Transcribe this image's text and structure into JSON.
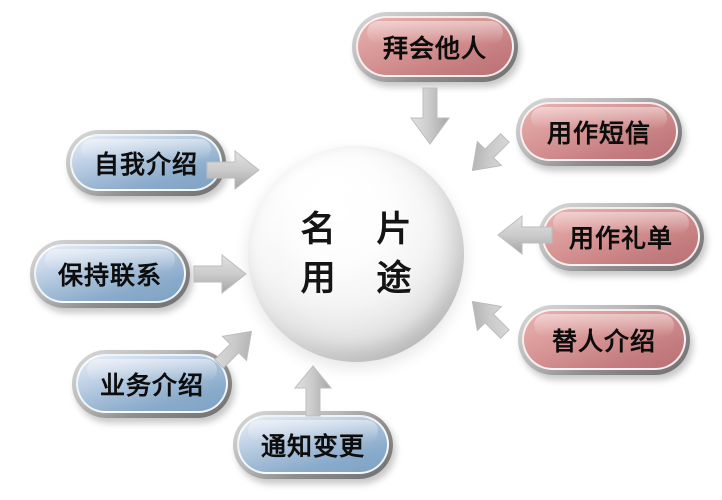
{
  "diagram": {
    "title": "名片用途",
    "center": {
      "name": "center-sphere",
      "line1": "名 片",
      "line2": "用 途",
      "shape": "sphere",
      "color": "#f2f2f2"
    },
    "colors": {
      "rose_pill": "#d28e8e",
      "blue_pill": "#a9c1da",
      "pill_frame": "#8f8f8f",
      "arrow": "#b8b8b8",
      "text": "#0d0d0d",
      "background": "#ffffff"
    },
    "nodes": [
      {
        "id": "node-bai-hui-ta-ren",
        "label": "拜会他人",
        "color": "rose",
        "arrow": "down",
        "position": "top"
      },
      {
        "id": "node-yong-zuo-duan-xin",
        "label": "用作短信",
        "color": "rose",
        "arrow": "down-left",
        "position": "top-right"
      },
      {
        "id": "node-yong-zuo-li-dan",
        "label": "用作礼单",
        "color": "rose",
        "arrow": "left",
        "position": "right"
      },
      {
        "id": "node-ti-ren-jie-shao",
        "label": "替人介绍",
        "color": "rose",
        "arrow": "up-left",
        "position": "bottom-right"
      },
      {
        "id": "node-tong-zhi-bian-geng",
        "label": "通知变更",
        "color": "blue",
        "arrow": "up",
        "position": "bottom"
      },
      {
        "id": "node-ye-wu-jie-shao",
        "label": "业务介绍",
        "color": "blue",
        "arrow": "up-right",
        "position": "bottom-left"
      },
      {
        "id": "node-bao-chi-lian-xi",
        "label": "保持联系",
        "color": "blue",
        "arrow": "right",
        "position": "left"
      },
      {
        "id": "node-zi-wo-jie-shao",
        "label": "自我介绍",
        "color": "blue",
        "arrow": "right",
        "position": "top-left"
      }
    ]
  }
}
